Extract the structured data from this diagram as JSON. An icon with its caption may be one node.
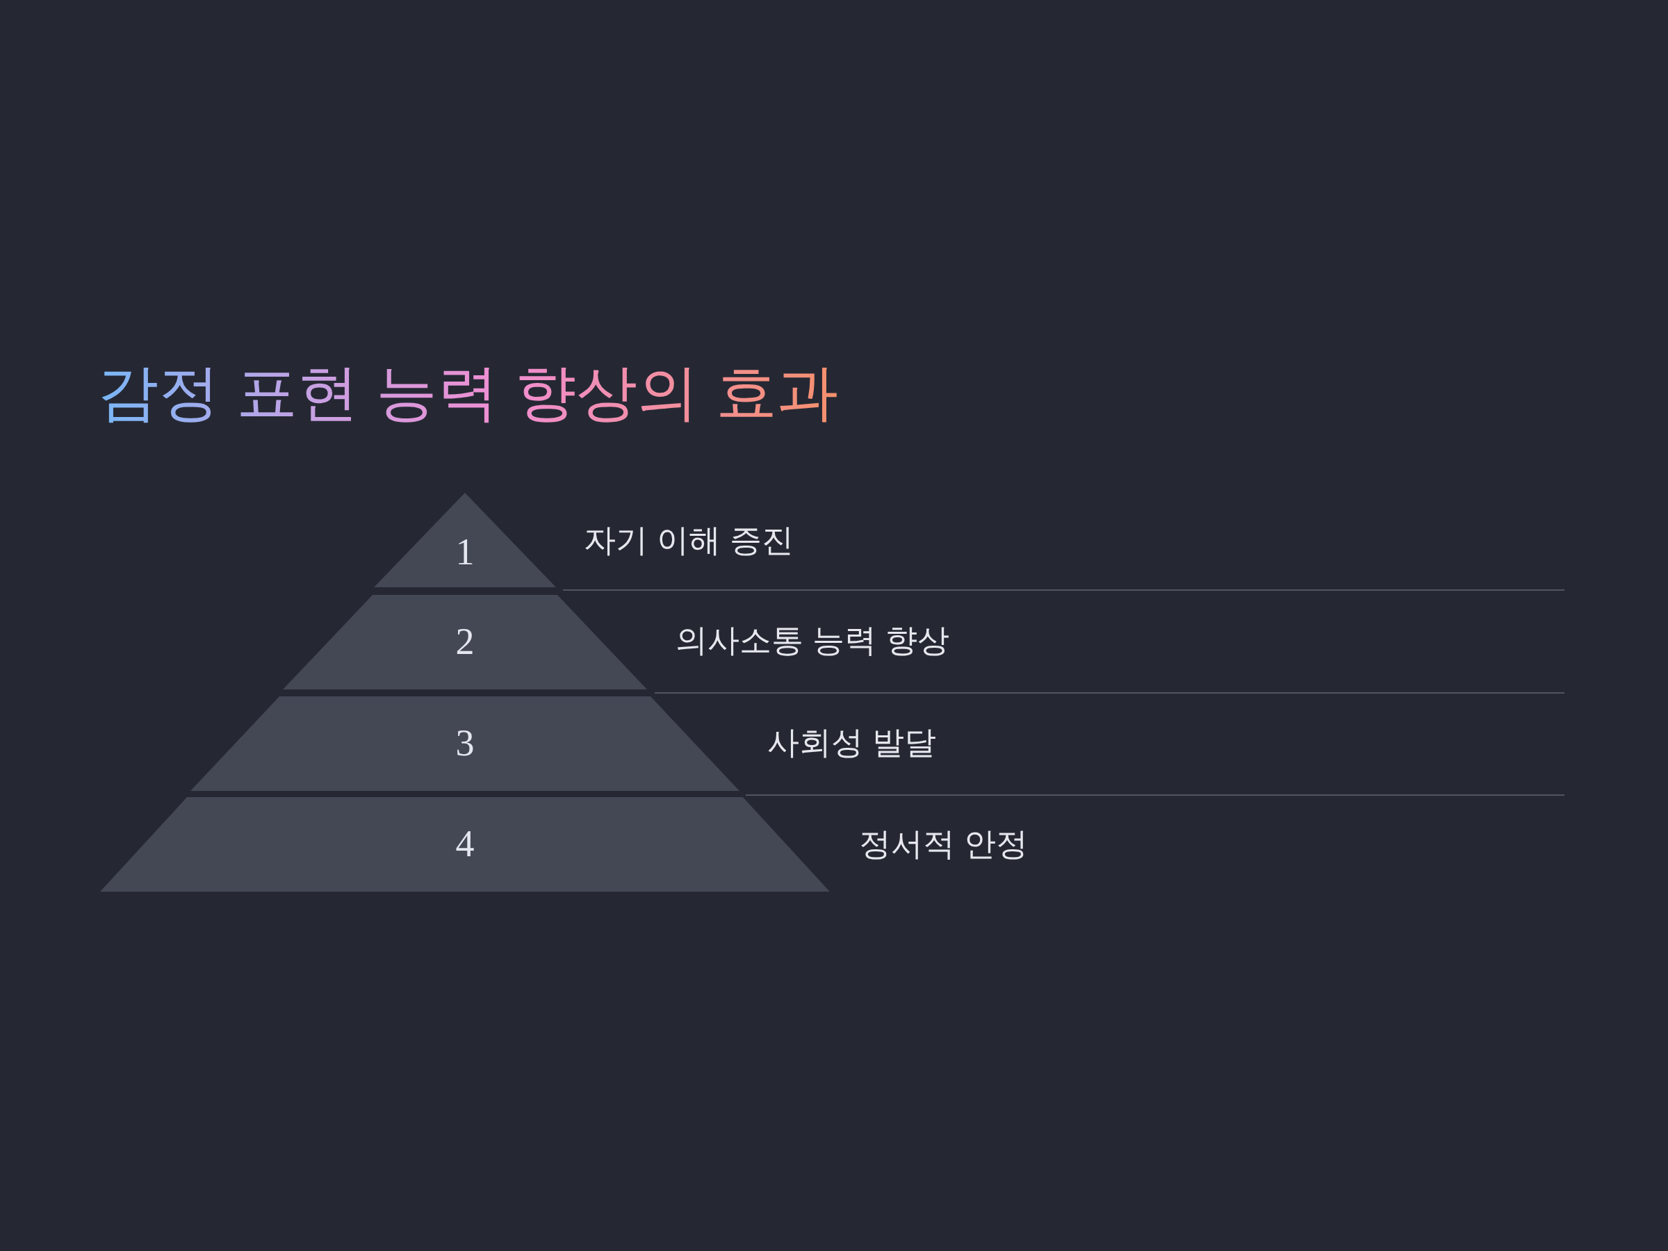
{
  "diagram": {
    "title": "감정 표현 능력 향상의 효과",
    "nodes": [
      {
        "text": [
          "1"
        ],
        "beside": [
          "자기 이해 증진"
        ]
      },
      {
        "text": [
          "2"
        ],
        "beside": [
          "의사소통 능력 향상"
        ]
      },
      {
        "text": [
          "3"
        ],
        "beside": [
          "사회성 발달"
        ]
      },
      {
        "text": [
          "4"
        ],
        "beside": [
          "정서적 안정"
        ]
      }
    ]
  }
}
